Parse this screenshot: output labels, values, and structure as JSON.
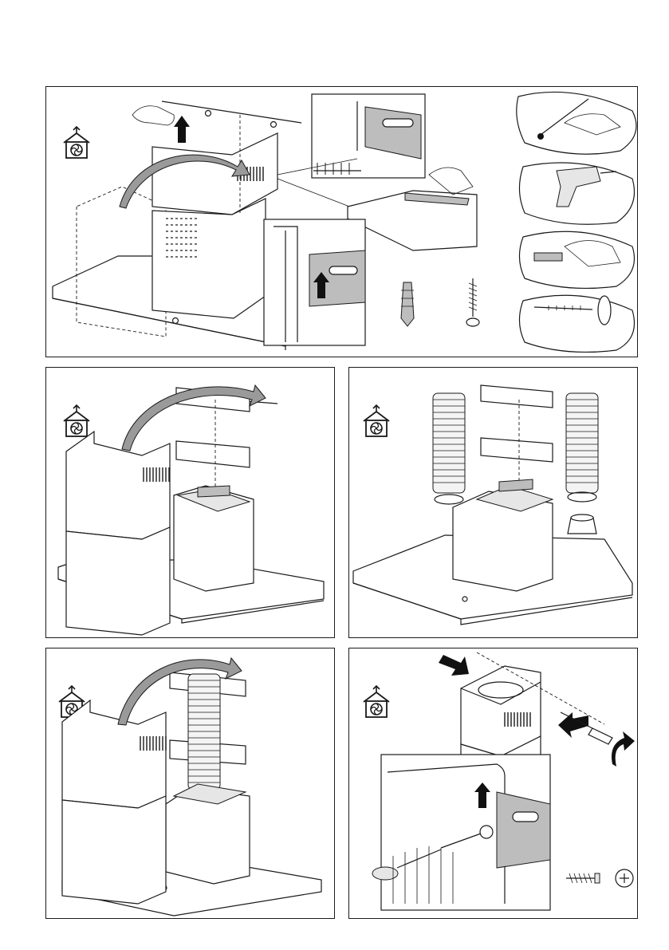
{
  "page": {
    "background": "#ffffff",
    "line_color": "#1a1a1a",
    "accent_grey": "#9a9a9a"
  },
  "panels": [
    {
      "id": "step-1",
      "icon": "ducted-mode-house-icon",
      "tools": [
        "pencil-icon",
        "drill-icon",
        "wall-plug-icon",
        "screwdriver-icon"
      ],
      "parts": [
        "wall-plug-icon",
        "screw-icon"
      ]
    },
    {
      "id": "step-2",
      "icon": "ducted-mode-house-icon"
    },
    {
      "id": "step-3",
      "icon": "ducted-mode-house-icon",
      "parts": [
        "flexible-duct-icon",
        "hose-clamp-icon",
        "duct-adapter-icon"
      ]
    },
    {
      "id": "step-4",
      "icon": "ducted-mode-house-icon",
      "parts": [
        "flexible-duct-icon"
      ]
    },
    {
      "id": "step-5",
      "icon": "ducted-mode-house-icon",
      "parts": [
        "screw-icon",
        "phillips-head-icon"
      ],
      "tools": [
        "screwdriver-icon"
      ]
    }
  ]
}
